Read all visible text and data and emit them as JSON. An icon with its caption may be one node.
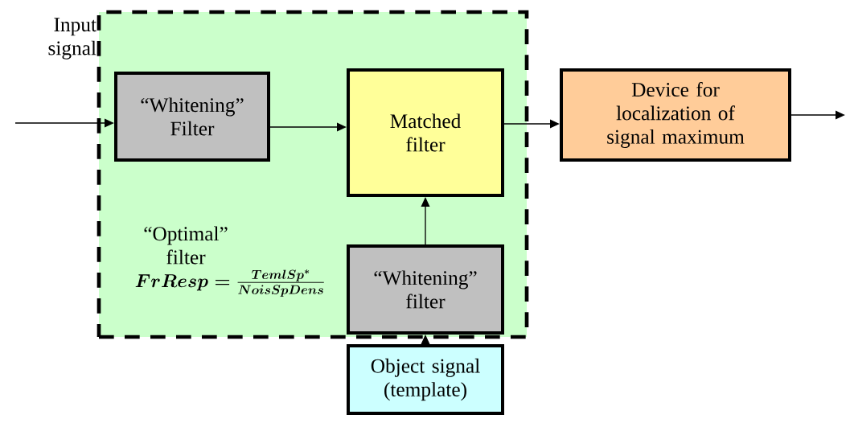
{
  "diagram": {
    "nodes": [
      {
        "text": [
          "“Optimal” filter",
          "FrResp=\\frac{TemlSp^{*}}{NoisSpDens}"
        ]
      },
      {
        "text": [
          "“Whitening” Filter"
        ],
        "in": 0
      },
      {
        "text": [
          "Matched filter"
        ],
        "in": 0
      },
      {
        "text": [
          "“Whitening” filter"
        ],
        "in": 0
      },
      {
        "text": [
          "Device for localization of signal maximum"
        ]
      },
      {
        "text": [
          "Object signal (template)"
        ]
      }
    ],
    "edges": [
      {
        "from": null,
        "to": 1,
        "arrow": "to",
        "label": "Input signal"
      },
      {
        "from": 1,
        "to": 2,
        "arrow": "to"
      },
      {
        "from": 2,
        "to": 4,
        "arrow": "to"
      },
      {
        "from": 4,
        "to": null,
        "arrow": "to"
      },
      {
        "from": 3,
        "to": 2,
        "arrow": "to"
      },
      {
        "from": 5,
        "to": 3,
        "arrow": "to"
      }
    ]
  }
}
